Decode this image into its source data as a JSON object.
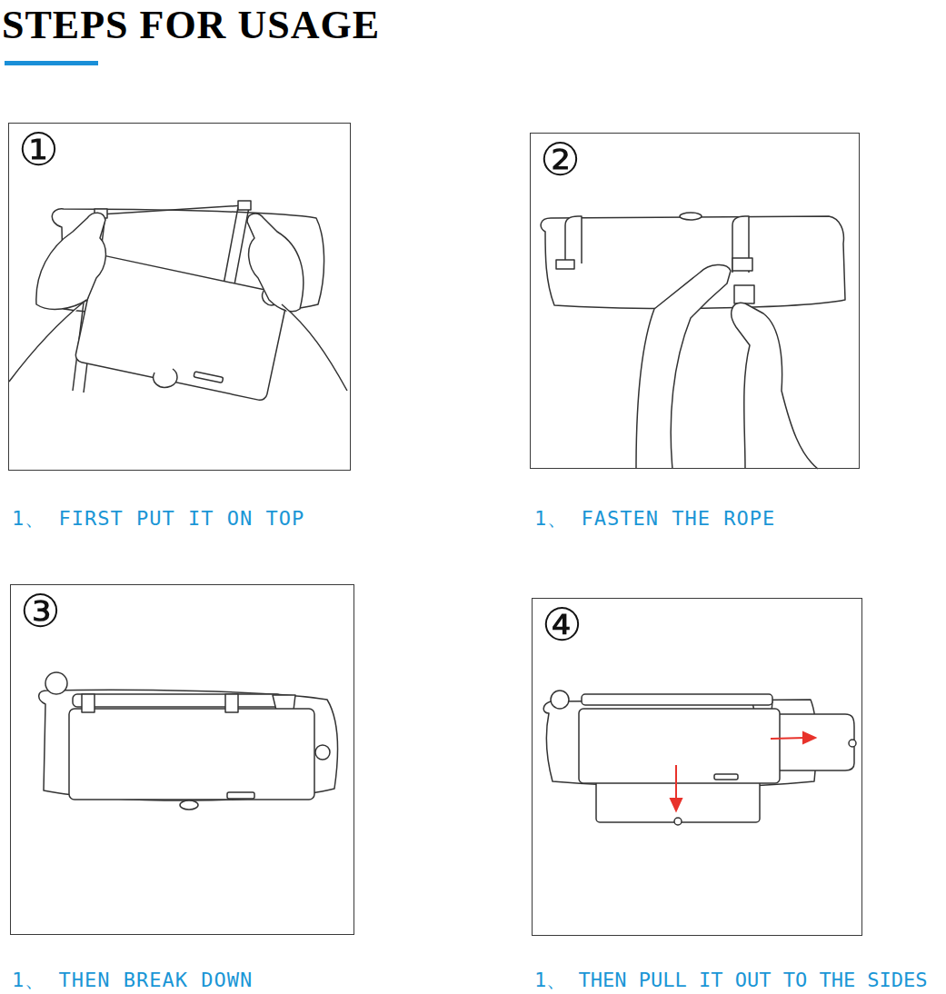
{
  "diagram": {
    "title": "STEPS FOR USAGE",
    "nodes": [
      {
        "text": [
          "①",
          "1、 FIRST PUT IT ON TOP"
        ]
      },
      {
        "text": [
          "②",
          "1、 FASTEN THE ROPE"
        ]
      },
      {
        "text": [
          "③",
          "1、 THEN BREAK DOWN"
        ]
      },
      {
        "text": [
          "④",
          "1、 THEN PULL IT OUT TO THE SIDES"
        ]
      }
    ]
  }
}
